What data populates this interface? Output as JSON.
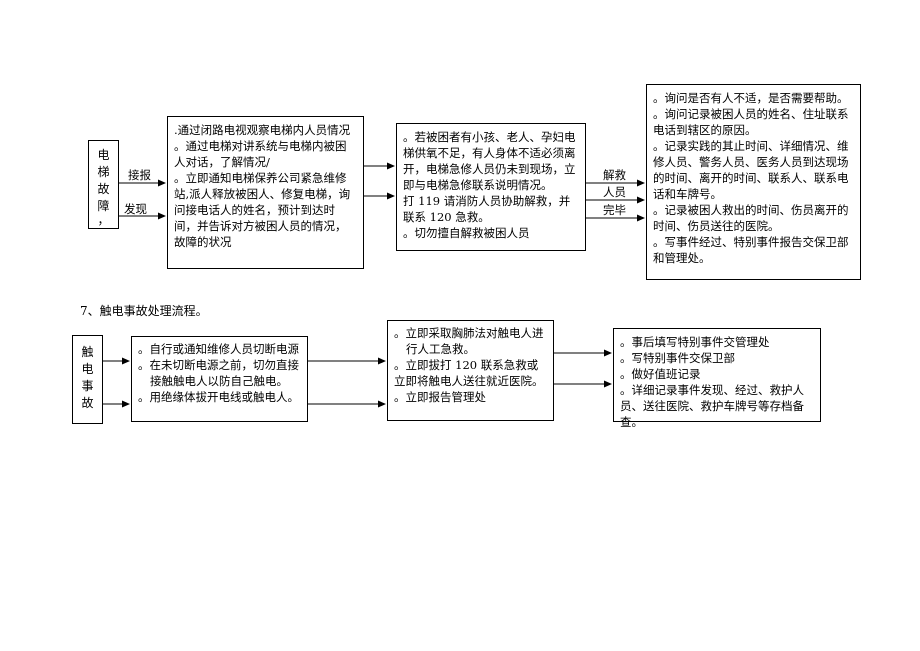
{
  "flow1": {
    "start_chars": [
      "电",
      "梯",
      "故",
      "障",
      "，"
    ],
    "label_receive": "接报",
    "label_discover": "发现",
    "box1": [
      ".通过闭路电视观察电梯内人员情况",
      "。通过电梯对讲系统与电梯内被困人对话，了解情况/",
      "。立即通知电梯保养公司紧急维修站,派人释放被困人、修复电梯，询问接电话人的姓名，预计到达时间，并告诉对方被困人员的情况，故障的状况"
    ],
    "box2": [
      "。若被困者有小孩、老人、孕妇电梯供氧不足，有人身体不适必须离开，电梯急修人员仍未到现场，立即与电梯急修联系说明情况。",
      "打 119 请消防人员协助解救，并联系 120 急救。",
      "。切勿擅自解救被困人员"
    ],
    "label_rescue": "解救",
    "label_person": "人员",
    "label_done": "完毕",
    "box3": [
      "。询问是否有人不适，是否需要帮助。",
      "。询问记录被困人员的姓名、住址联系电话到辖区的原因。",
      "。记录实践的其止时间、详细情况、维修人员、警务人员、医务人员到达现场的时间、离开的时间、联系人、联系电话和车牌号。",
      "。记录被困人救出的时间、伤员离开的时间、伤员送往的医院。",
      "。写事件经过、特别事件报告交保卫部和管理处。"
    ]
  },
  "section7_title": "7、触电事故处理流程。",
  "flow2": {
    "start_chars": [
      "触",
      "电",
      "事",
      "故"
    ],
    "box1": [
      "。自行或通知维修人员切断电源",
      "。在未切断电源之前，切勿直接",
      "接触触电人以防自己触电。",
      "。用绝缘体拔开电线或触电人。"
    ],
    "box2": [
      "。立即采取胸肺法对触电人进",
      "行人工急救。",
      "。立即拔打 120 联系急救或立即将触电人送往就近医院。",
      "。立即报告管理处"
    ],
    "box3": [
      "。事后填写特别事件交管理处",
      "。写特别事件交保卫部",
      "。做好值班记录",
      "。详细记录事件发现、经过、救护人员、送往医院、救护车牌号等存档备查。"
    ]
  }
}
